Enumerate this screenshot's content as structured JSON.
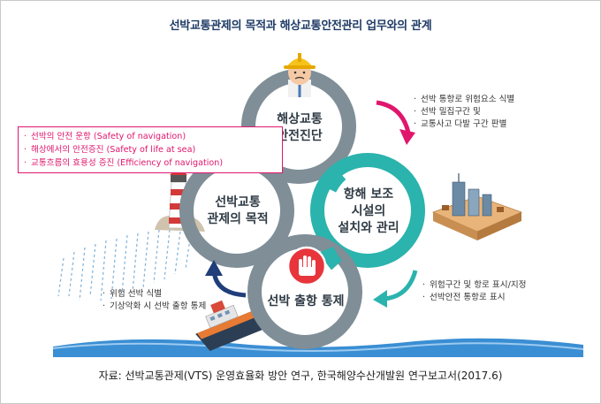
{
  "title": "선박교통관제의 목적과 해상교통안전관리 업무와의 관계",
  "rings": {
    "top": {
      "line1": "해상교통",
      "line2": "안전진단"
    },
    "left": {
      "line1": "선박교통",
      "line2": "관제의 목적"
    },
    "right": {
      "line1": "항해 보조",
      "line2": "시설의",
      "line3": "설치와 관리"
    },
    "bottom": {
      "line1": "선박 출항 통제"
    }
  },
  "purpose_box": [
    "선박의 안전 운항 (Safety of navigation)",
    "해상에서의 안전증진 (Safety of life at sea)",
    "교통흐름의 효용성 증진 (Efficiency of navigation)"
  ],
  "callout_top_right": [
    "선박 통항로 위험요소 식별",
    "선박 밀집구간 및",
    "교통사고 다발 구간 판별"
  ],
  "callout_bottom_right": [
    "위험구간 및 항로 표시/지정",
    "선박안전 통항로 표시"
  ],
  "callout_bottom_left": [
    "위험 선박 식별",
    "기상악화 시 선박 출항 통제"
  ],
  "source": "자료: 선박교통관제(VTS) 운영효율화 방안 연구, 한국해양수산개발원 연구보고서(2017.6)",
  "colors": {
    "ring_gray": "#7f8e97",
    "ring_teal": "#2bb3ad",
    "magenta": "#e0166d",
    "navy_arrow": "#1f3e7a",
    "wave_blue": "#3a8ed3",
    "title": "#1f3b66"
  }
}
